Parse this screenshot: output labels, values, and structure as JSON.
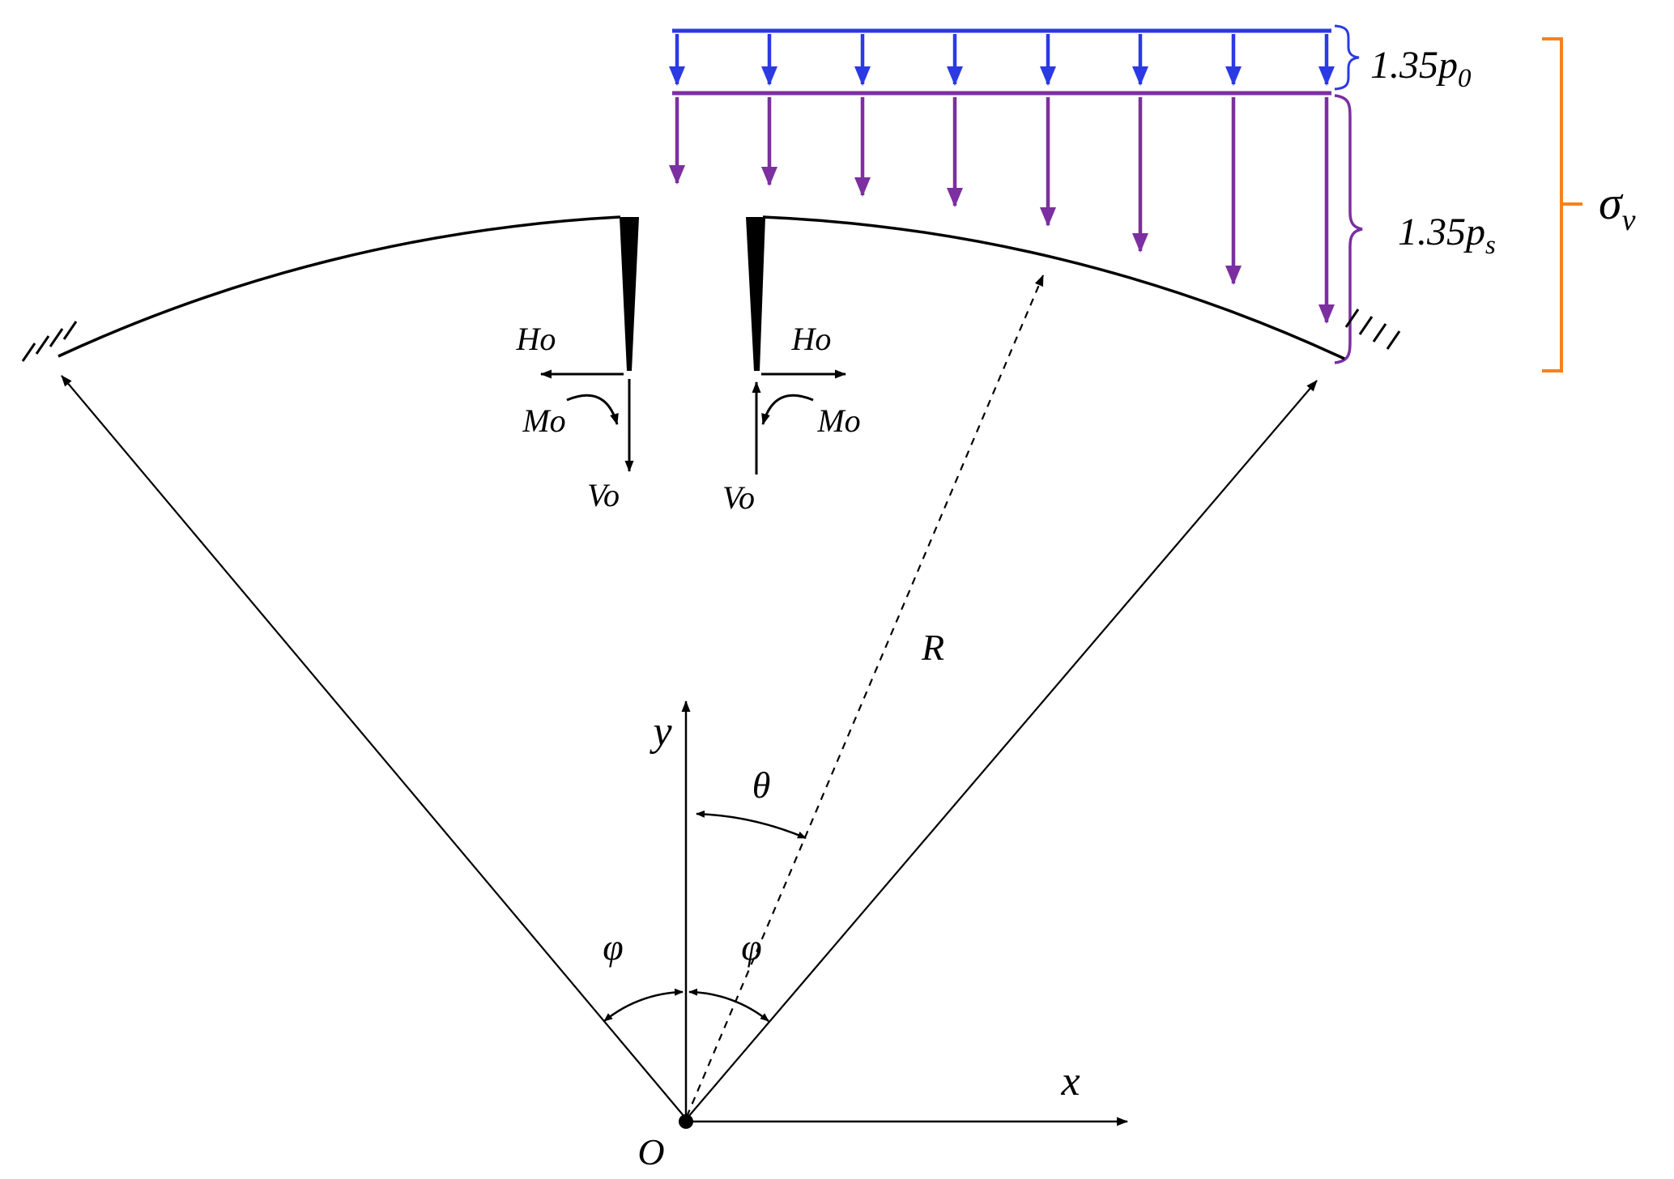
{
  "loads": {
    "surface_load": {
      "text": "1.35p",
      "sub": "0"
    },
    "soil_load": {
      "text": "1.35p",
      "sub": "s"
    },
    "total_stress": {
      "text": "σ",
      "sub": "v"
    }
  },
  "forces": {
    "horizontal_left": "Ho",
    "horizontal_right": "Ho",
    "moment_left": "Mo",
    "moment_right": "Mo",
    "vertical_left": "Vo",
    "vertical_right": "Vo"
  },
  "geometry_labels": {
    "x_axis": "x",
    "y_axis": "y",
    "origin": "O",
    "radius": "R",
    "theta": "θ",
    "phi_left": "φ",
    "phi_right": "φ"
  },
  "colors": {
    "surface_load": "#2b3ae2",
    "soil_load": "#7c2fa0",
    "stress_bracket": "#f58220",
    "ink": "#000000"
  }
}
